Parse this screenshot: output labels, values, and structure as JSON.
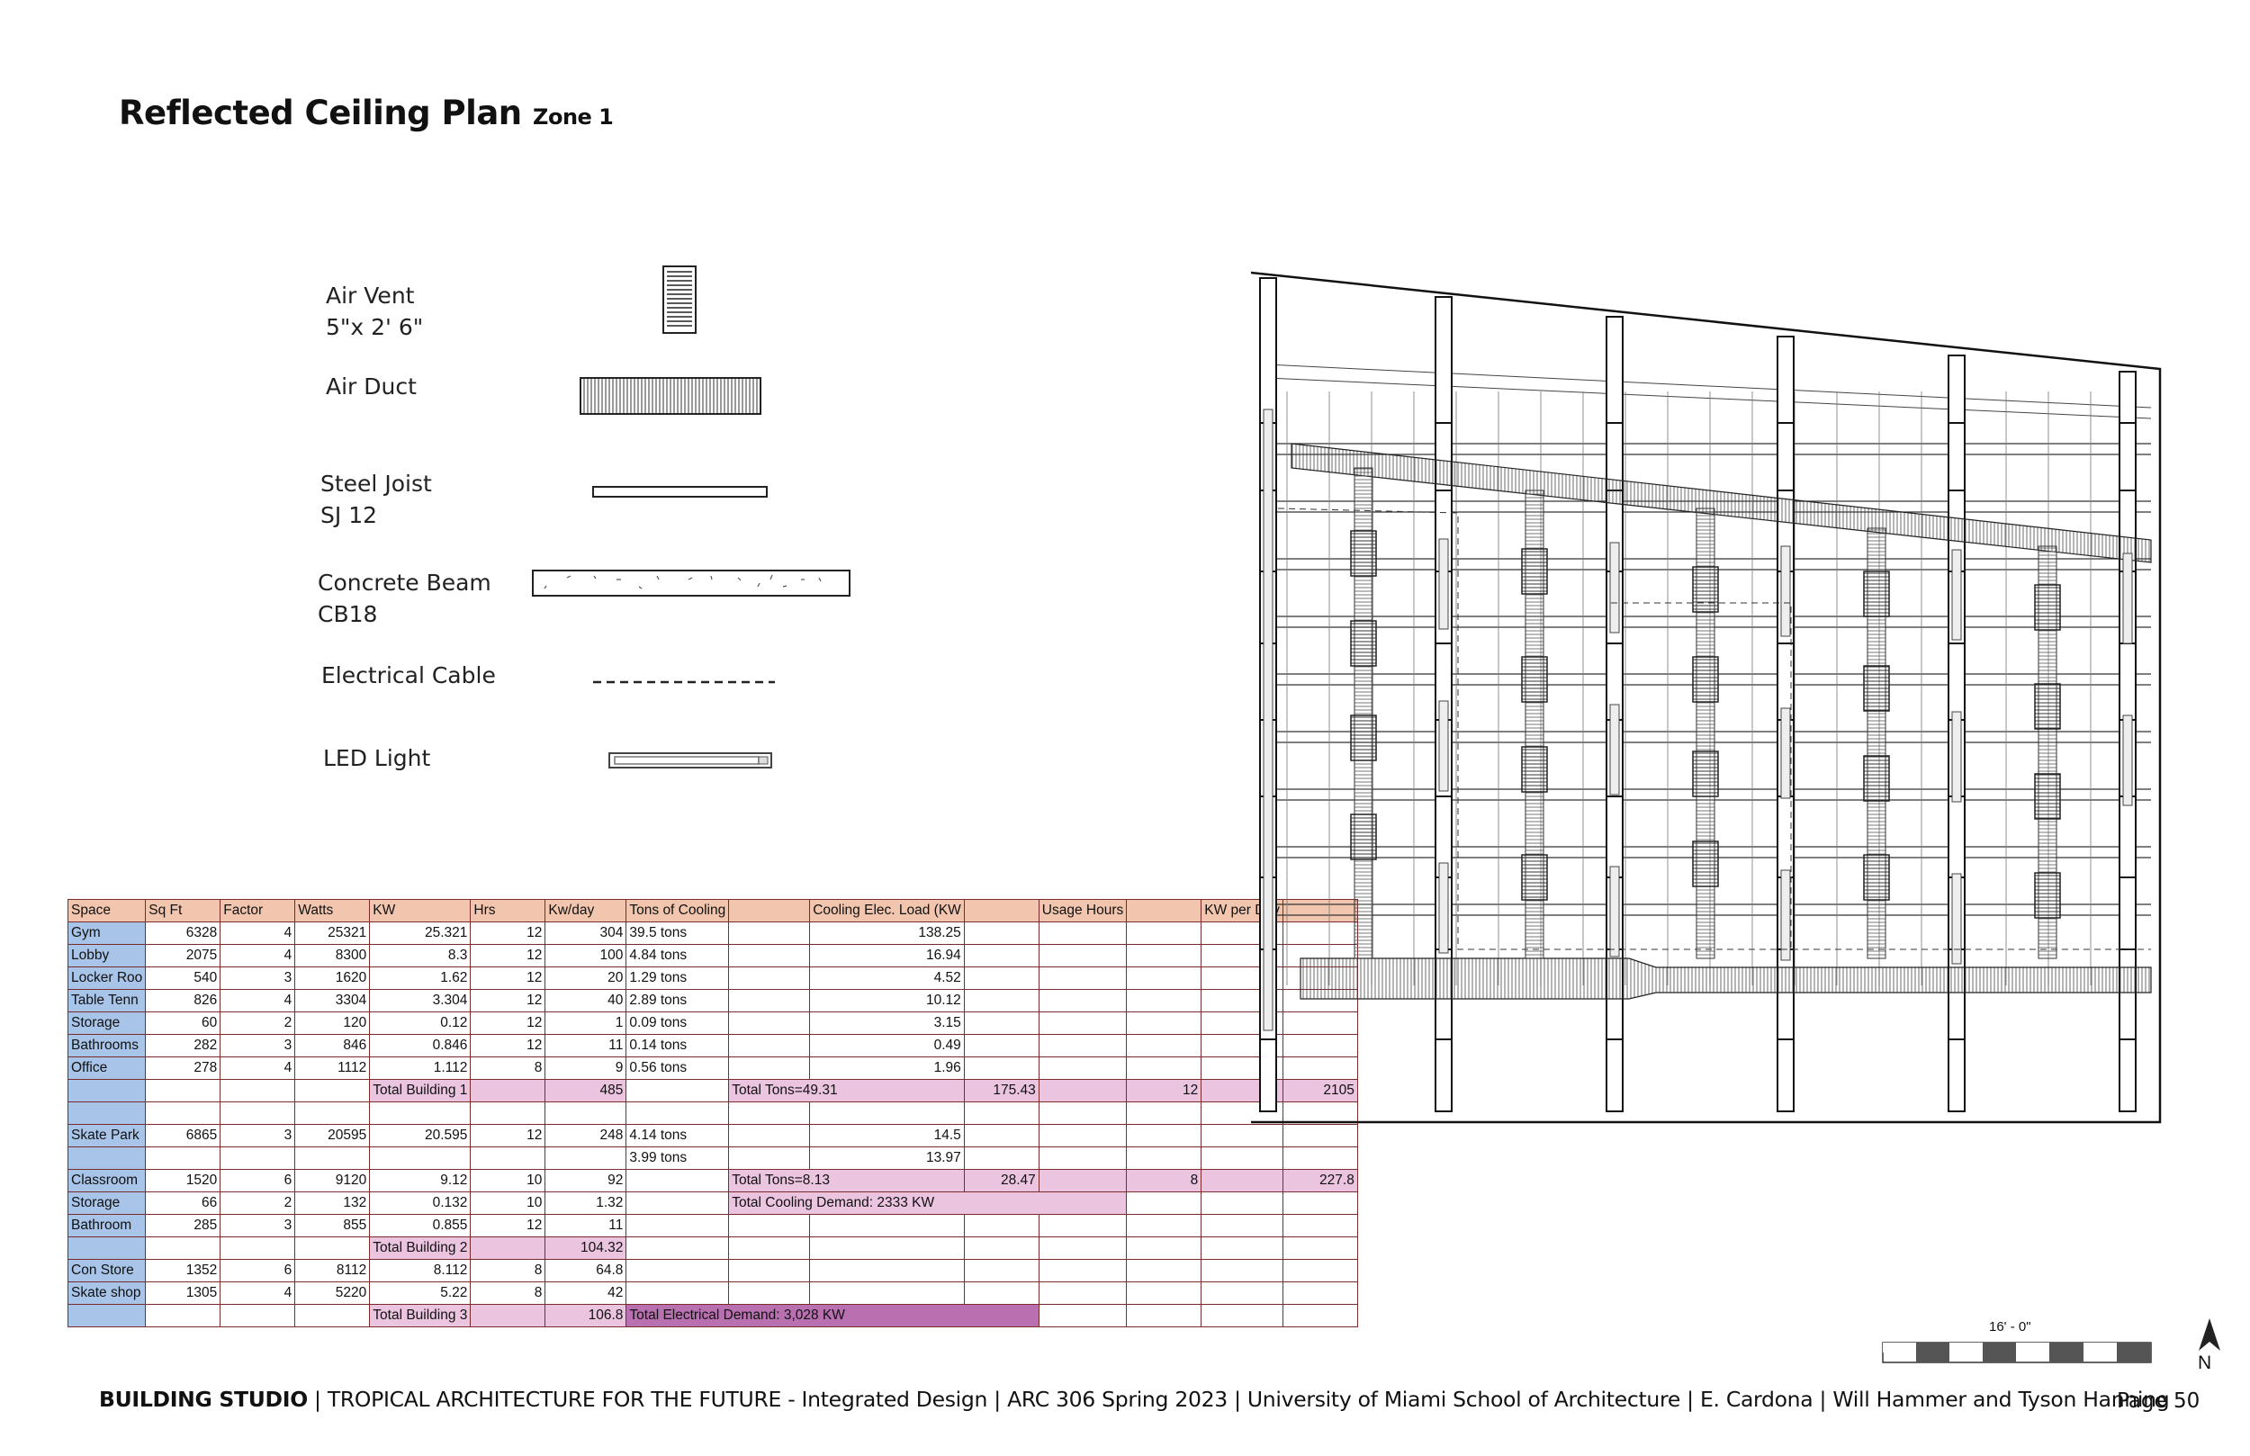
{
  "page": {
    "title": "Reflected Ceiling Plan",
    "subtitle": "Zone 1",
    "footer_bold": "BUILDING STUDIO",
    "footer_rest": " | TROPICAL ARCHITECTURE FOR THE FUTURE - Integrated Design | ARC 306 Spring 2023 | University of Miami School of Architecture | E. Cardona | Will Hammer and Tyson Hanning",
    "page_number": "Page 50",
    "scale_label": "16' - 0\"",
    "north_label": "N"
  },
  "legend": [
    {
      "line1": "Air Vent",
      "line2": "5\"x 2' 6\"",
      "icon": "air-vent-icon"
    },
    {
      "line1": "Air Duct",
      "line2": "",
      "icon": "air-duct-icon"
    },
    {
      "line1": "Steel Joist",
      "line2": "SJ 12",
      "icon": "steel-joist-icon"
    },
    {
      "line1": "Concrete Beam",
      "line2": "CB18",
      "icon": "concrete-beam-icon"
    },
    {
      "line1": "Electrical Cable",
      "line2": "",
      "icon": "electrical-cable-icon"
    },
    {
      "line1": "LED Light",
      "line2": "",
      "icon": "led-light-icon"
    }
  ],
  "table": {
    "headers": [
      "Space",
      "Sq Ft",
      "Factor",
      "Watts",
      "KW",
      "Hrs",
      "Kw/day",
      "Tons of Cooling",
      "",
      "Cooling Elec. Load (KW",
      "",
      "Usage Hours",
      "",
      "KW per Day",
      ""
    ],
    "rows": [
      [
        "Gym",
        "6328",
        "4",
        "25321",
        "25.321",
        "12",
        "304",
        "39.5 tons",
        "",
        "138.25",
        "",
        "",
        "",
        "",
        ""
      ],
      [
        "Lobby",
        "2075",
        "4",
        "8300",
        "8.3",
        "12",
        "100",
        "4.84 tons",
        "",
        "16.94",
        "",
        "",
        "",
        "",
        ""
      ],
      [
        "Locker Roo",
        "540",
        "3",
        "1620",
        "1.62",
        "12",
        "20",
        "1.29 tons",
        "",
        "4.52",
        "",
        "",
        "",
        "",
        ""
      ],
      [
        "Table Tenn",
        "826",
        "4",
        "3304",
        "3.304",
        "12",
        "40",
        "2.89 tons",
        "",
        "10.12",
        "",
        "",
        "",
        "",
        ""
      ],
      [
        "Storage",
        "60",
        "2",
        "120",
        "0.12",
        "12",
        "1",
        "0.09 tons",
        "",
        "3.15",
        "",
        "",
        "",
        "",
        ""
      ],
      [
        "Bathrooms",
        "282",
        "3",
        "846",
        "0.846",
        "12",
        "11",
        "0.14 tons",
        "",
        "0.49",
        "",
        "",
        "",
        "",
        ""
      ],
      [
        "Office",
        "278",
        "4",
        "1112",
        "1.112",
        "8",
        "9",
        "0.56 tons",
        "",
        "1.96",
        "",
        "",
        "",
        "",
        ""
      ],
      [
        "",
        "",
        "",
        "",
        "Total Building 1",
        "",
        "485",
        "",
        "Total Tons=49.31",
        "",
        "175.43",
        "",
        "12",
        "",
        "2105"
      ],
      [
        "",
        "",
        "",
        "",
        "",
        "",
        "",
        "",
        "",
        "",
        "",
        "",
        "",
        "",
        ""
      ],
      [
        "Skate Park",
        "6865",
        "3",
        "20595",
        "20.595",
        "12",
        "248",
        "4.14 tons",
        "",
        "14.5",
        "",
        "",
        "",
        "",
        ""
      ],
      [
        "",
        "",
        "",
        "",
        "",
        "",
        "",
        "3.99 tons",
        "",
        "13.97",
        "",
        "",
        "",
        "",
        ""
      ],
      [
        "Classroom",
        "1520",
        "6",
        "9120",
        "9.12",
        "10",
        "92",
        "",
        "Total Tons=8.13",
        "",
        "28.47",
        "",
        "8",
        "",
        "227.8"
      ],
      [
        "Storage",
        "66",
        "2",
        "132",
        "0.132",
        "10",
        "1.32",
        "",
        "Total Cooling Demand: 2333 KW",
        "",
        "",
        "",
        "",
        "",
        ""
      ],
      [
        "Bathroom",
        "285",
        "3",
        "855",
        "0.855",
        "12",
        "11",
        "",
        "",
        "",
        "",
        "",
        "",
        "",
        ""
      ],
      [
        "",
        "",
        "",
        "",
        "Total Building 2",
        "",
        "104.32",
        "",
        "",
        "",
        "",
        "",
        "",
        "",
        ""
      ],
      [
        "Con Store",
        "1352",
        "6",
        "8112",
        "8.112",
        "8",
        "64.8",
        "",
        "",
        "",
        "",
        "",
        "",
        "",
        ""
      ],
      [
        "Skate shop",
        "1305",
        "4",
        "5220",
        "5.22",
        "8",
        "42",
        "",
        "",
        "",
        "",
        "",
        "",
        "",
        ""
      ],
      [
        "",
        "",
        "",
        "",
        "Total Building 3",
        "",
        "106.8",
        "Total Electrical Demand: 3,028 KW",
        "",
        "",
        "",
        "",
        "",
        "",
        ""
      ]
    ]
  }
}
